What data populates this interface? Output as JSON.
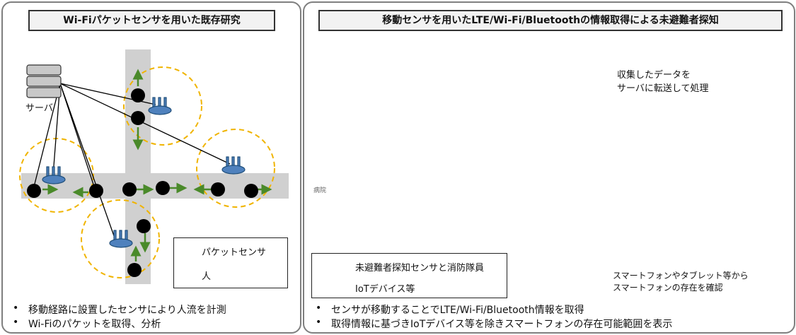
{
  "left": {
    "title": "Wi-Fiパケットセンサを用いた既存研究",
    "server_label": "サーバ",
    "legend": {
      "sensor": "パケットセンサ",
      "person": "人"
    },
    "bullets": [
      "移動経路に設置したセンサにより人流を計測",
      "Wi-Fiのパケットを取得、分析"
    ]
  },
  "right": {
    "title": "移動センサを用いたLTE/Wi-Fi/Bluetoothの情報取得による未避難者探知",
    "transfer_note": [
      "収集したデータを",
      "サーバに転送して処理"
    ],
    "map_labels": {
      "hospital": "病院"
    },
    "legend": {
      "sensor_team": "未避難者探知センサと消防隊員",
      "iot": "IoTデバイス等"
    },
    "zoom_note": [
      "スマートフォンやタブレット等から",
      "スマートフォンの存在を確認"
    ],
    "bullets": [
      "センサが移動することでLTE/Wi-Fi/Bluetooth情報を取得",
      "取得情報に基づきIoTデバイス等を除きスマートフォンの存在可能範囲を表示"
    ]
  },
  "colors": {
    "person": "#000000",
    "iot": "#70309f",
    "sensor": "#4f81bd",
    "arrow_green": "#4a8a2a",
    "route": "#e00000",
    "phone_dot": "#ffee00",
    "range": "#f0b400"
  }
}
